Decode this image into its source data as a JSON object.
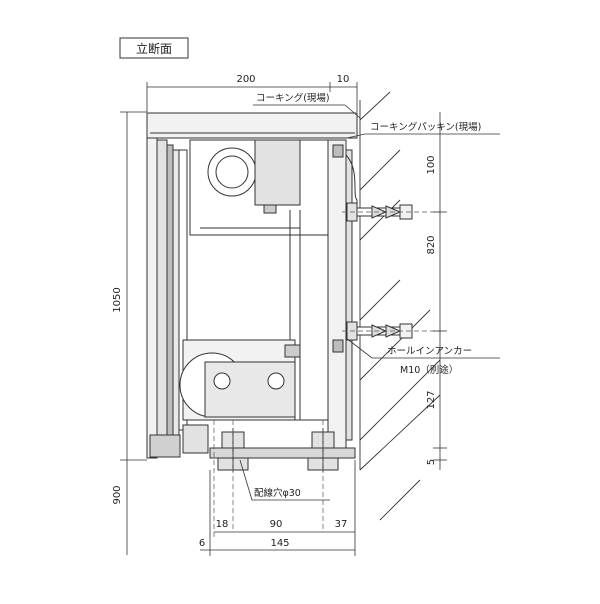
{
  "section_title": "立断面",
  "labels": {
    "caulking_site": "コーキング(現場)",
    "caulking_packing_site": "コーキングパッキン(現場)",
    "hole_in_anchor": "ホールインアンカー",
    "anchor_size": "M10（別途）",
    "wiring_hole": "配線穴φ30"
  },
  "dimensions": {
    "top_width": "200",
    "top_edge": "10",
    "total_height": "1050",
    "lower_height": "900",
    "right_top": "100",
    "right_middle": "820",
    "right_lower": "127",
    "right_bottom": "5",
    "bottom_left": "18",
    "bottom_middle": "90",
    "bottom_right": "37",
    "base_offset": "6",
    "base_width": "145"
  },
  "colors": {
    "line": "#333333",
    "fill_light": "#f2f2f2",
    "fill_mid": "#e2e2e2",
    "fill_dark": "#bdbdbd"
  }
}
